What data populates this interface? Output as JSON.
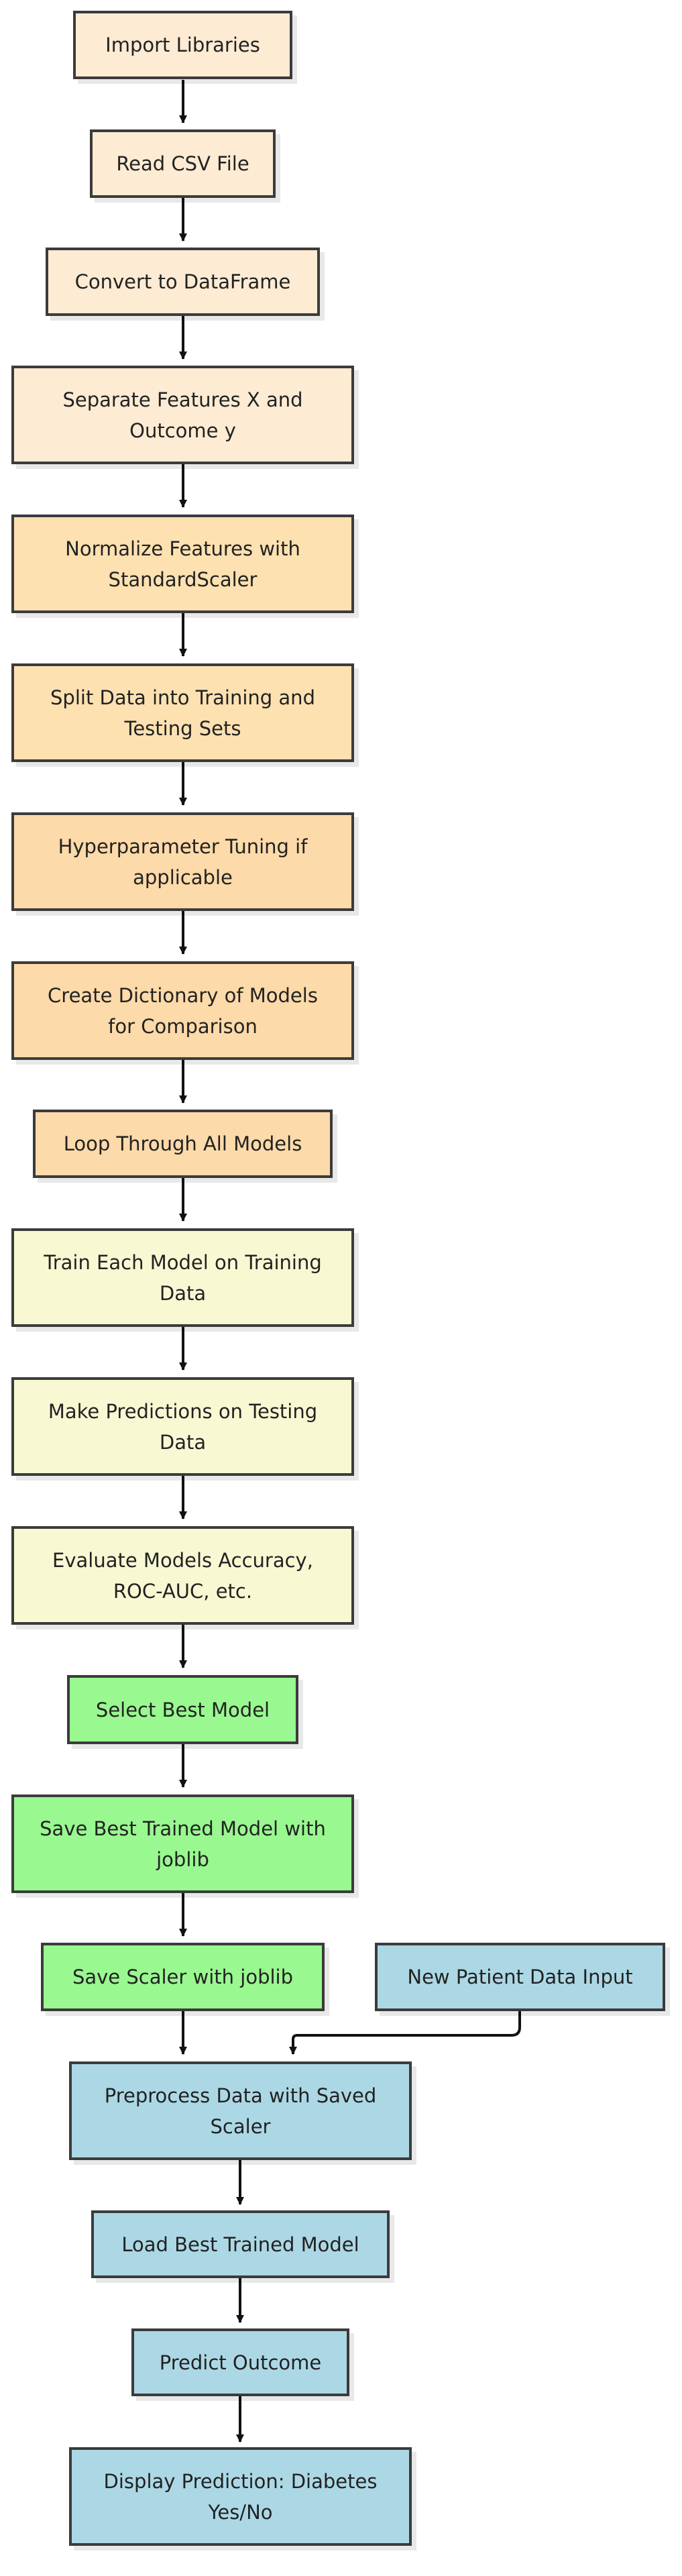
{
  "flowchart": {
    "steps": [
      {
        "id": "import_libraries",
        "label": "Import Libraries",
        "fill": "#fdebd3"
      },
      {
        "id": "read_csv",
        "label": "Read CSV File",
        "fill": "#fdebd3"
      },
      {
        "id": "convert_dataframe",
        "label": "Convert to DataFrame",
        "fill": "#fdebd3"
      },
      {
        "id": "separate_features",
        "label": "Separate Features X and Outcome y",
        "fill": "#fdebd3"
      },
      {
        "id": "normalize_features",
        "label": "Normalize Features with StandardScaler",
        "fill": "#fde1b1"
      },
      {
        "id": "split_data",
        "label": "Split Data into Training and Testing Sets",
        "fill": "#fde1b1"
      },
      {
        "id": "hyperparameter_tuning",
        "label": "Hyperparameter Tuning if applicable",
        "fill": "#fddaa9"
      },
      {
        "id": "create_dictionary",
        "label": "Create Dictionary of Models for Comparison",
        "fill": "#fddaa9"
      },
      {
        "id": "loop_models",
        "label": "Loop Through All Models",
        "fill": "#fddaa9"
      },
      {
        "id": "train_each_model",
        "label": "Train Each Model on Training Data",
        "fill": "#f8f9d3"
      },
      {
        "id": "make_predictions",
        "label": "Make Predictions on Testing Data",
        "fill": "#f8f9d3"
      },
      {
        "id": "evaluate_models",
        "label": "Evaluate Models Accuracy, ROC-AUC, etc.",
        "fill": "#f8f9d3"
      },
      {
        "id": "select_best_model",
        "label": "Select Best Model",
        "fill": "#99f890"
      },
      {
        "id": "save_best_model",
        "label": "Save Best Trained Model with joblib",
        "fill": "#99f890"
      },
      {
        "id": "save_scaler",
        "label": "Save Scaler with joblib",
        "fill": "#99f890"
      },
      {
        "id": "new_patient_data",
        "label": "New Patient Data Input",
        "fill": "#acd8e6"
      },
      {
        "id": "preprocess_data",
        "label": "Preprocess Data with Saved Scaler",
        "fill": "#acd8e6"
      },
      {
        "id": "load_best_model",
        "label": "Load Best Trained Model",
        "fill": "#acd8e6"
      },
      {
        "id": "predict_outcome",
        "label": "Predict Outcome",
        "fill": "#acd8e6"
      },
      {
        "id": "display_prediction",
        "label": "Display Prediction: Diabetes Yes/No",
        "fill": "#acd8e6"
      }
    ],
    "connections": [
      {
        "from": "import_libraries",
        "to": "read_csv"
      },
      {
        "from": "read_csv",
        "to": "convert_dataframe"
      },
      {
        "from": "convert_dataframe",
        "to": "separate_features"
      },
      {
        "from": "separate_features",
        "to": "normalize_features"
      },
      {
        "from": "normalize_features",
        "to": "split_data"
      },
      {
        "from": "split_data",
        "to": "hyperparameter_tuning"
      },
      {
        "from": "hyperparameter_tuning",
        "to": "create_dictionary"
      },
      {
        "from": "create_dictionary",
        "to": "loop_models"
      },
      {
        "from": "loop_models",
        "to": "train_each_model"
      },
      {
        "from": "train_each_model",
        "to": "make_predictions"
      },
      {
        "from": "make_predictions",
        "to": "evaluate_models"
      },
      {
        "from": "evaluate_models",
        "to": "select_best_model"
      },
      {
        "from": "select_best_model",
        "to": "save_best_model"
      },
      {
        "from": "save_best_model",
        "to": "save_scaler"
      },
      {
        "from": "save_scaler",
        "to": "preprocess_data"
      },
      {
        "from": "new_patient_data",
        "to": "preprocess_data"
      },
      {
        "from": "preprocess_data",
        "to": "load_best_model"
      },
      {
        "from": "load_best_model",
        "to": "predict_outcome"
      },
      {
        "from": "predict_outcome",
        "to": "display_prediction"
      }
    ],
    "colors": {
      "line": "#111111",
      "border": "#3b3b3b",
      "text": "#222222"
    }
  }
}
